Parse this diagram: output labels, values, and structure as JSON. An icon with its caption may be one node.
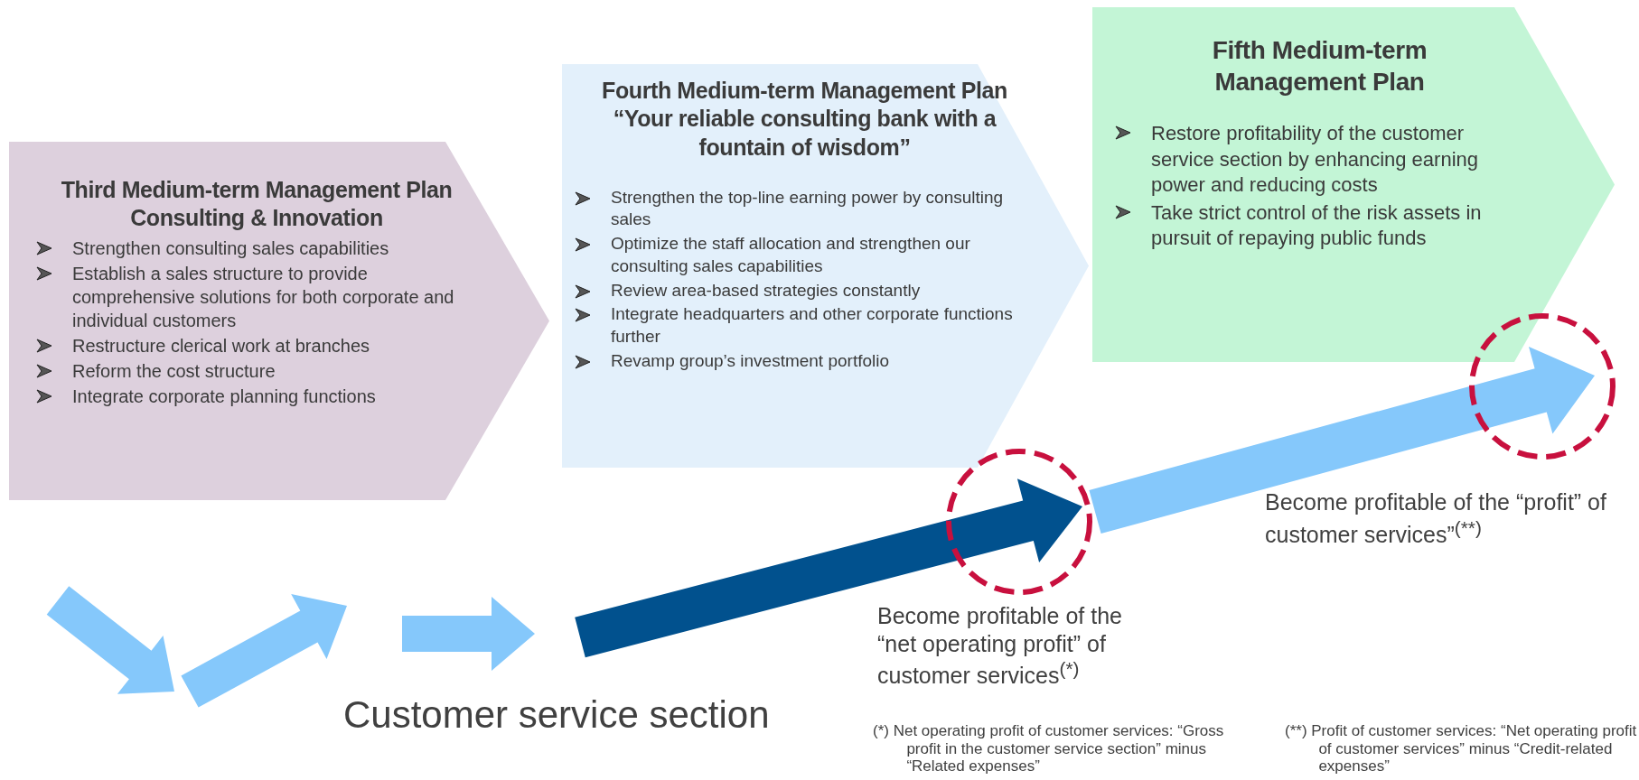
{
  "diagram": {
    "nodes": [
      {
        "text": [
          "Third Medium-term Management Plan",
          "Consulting & Innovation",
          "Strengthen consulting sales capabilities",
          "Establish a sales structure to provide comprehensive solutions for both corporate and individual customers",
          "Restructure clerical work at branches",
          "Reform the cost structure",
          "Integrate corporate planning functions"
        ]
      },
      {
        "text": [
          "Fourth Medium-term Management Plan",
          "“Your reliable consulting bank with a fountain of wisdom”",
          "Strengthen the top-line earning power by consulting sales",
          "Optimize the staff allocation and strengthen our consulting sales capabilities",
          "Review area-based strategies constantly",
          "Integrate headquarters and other corporate functions further",
          "Revamp group’s investment portfolio"
        ]
      },
      {
        "text": [
          "Fifth Medium-term Management Plan",
          "Restore profitability of the customer service section by enhancing earning power and reducing costs",
          "Take strict control of the risk assets in pursuit of repaying public funds"
        ]
      }
    ],
    "labels": [
      "Become profitable of the “profit” of customer services”$^{(**)}$",
      "Become profitable of the “net operating profit” of customer services$^{(*)}$",
      "Customer service section",
      "(*) Net operating profit of customer services: “Gross profit in the customer service section” minus “Related expenses”",
      "(**) Profit of customer services: “Net operating profit of customer services” minus “Credit-related expenses”"
    ]
  }
}
